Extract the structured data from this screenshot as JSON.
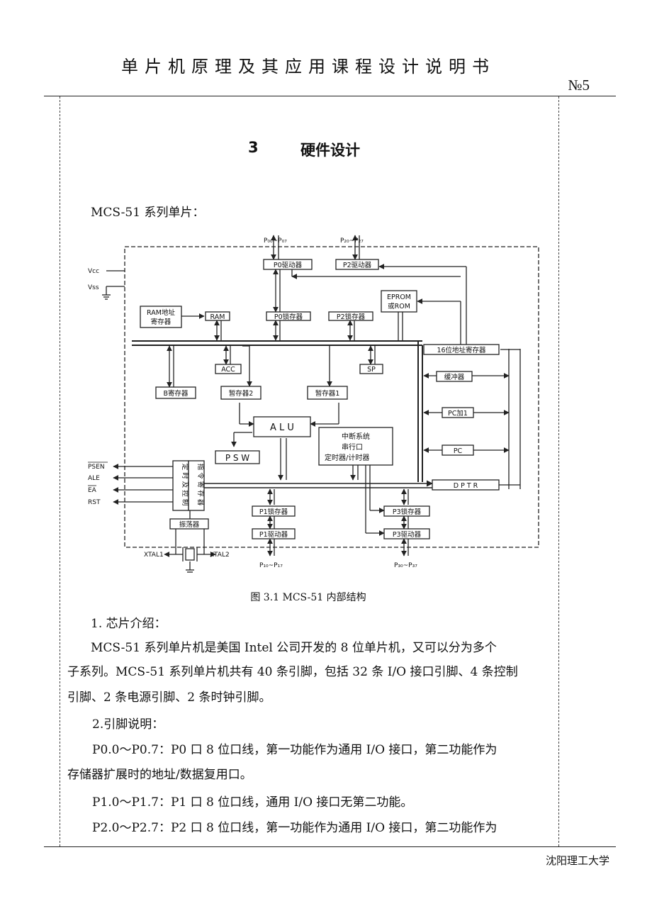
{
  "header": {
    "title": "单片机原理及其应用课程设计说明书",
    "page_no": "№5"
  },
  "section": {
    "number": "3",
    "title": "硬件设计"
  },
  "intro": "MCS-51 系列单片：",
  "diagram": {
    "boxes": {
      "p0_driver": "P0驱动器",
      "p2_driver": "P2驱动器",
      "eprom": "EPROM",
      "or_rom": "或ROM",
      "ram_addr_1": "RAM地址",
      "ram_addr_2": "寄存器",
      "ram": "RAM",
      "p0_latch": "P0锁存器",
      "p2_latch": "P2锁存器",
      "addr16": "16位地址寄存器",
      "acc": "ACC",
      "sp": "SP",
      "buffer": "缓冲器",
      "b_reg": "B寄存器",
      "tmp2": "暂存器2",
      "tmp1": "暂存器1",
      "pc_inc": "PC加1",
      "alu": "A L U",
      "int_1": "中断系统",
      "int_2": "串行口",
      "int_3": "定时器/计时器",
      "psw": "P S W",
      "pc": "PC",
      "timing_ctrl": "定时及控制",
      "instr_reg": "指令寄存器",
      "dptr": "D P T R",
      "p1_latch": "P1锁存器",
      "p3_latch": "P3锁存器",
      "p1_driver": "P1驱动器",
      "p3_driver": "P3驱动器",
      "oscillator": "振荡器"
    },
    "pins": {
      "vcc": "Vcc",
      "vss": "Vss",
      "psen": "PSEN",
      "ale": "ALE",
      "ea": "EA",
      "rst": "RST",
      "xtal1": "XTAL1",
      "xtal2": "XTAL2",
      "p0_port": "P₀₀~P₀₇",
      "p2_port": "P₂₀~P₂₇",
      "p1_port": "P₁₀~P₁₇",
      "p3_port": "P₃₀~P₃₇"
    }
  },
  "caption": "图 3.1   MCS-51 内部结构",
  "paragraphs": [
    "1. 芯片介绍：",
    "MCS-51 系列单片机是美国 Intel 公司开发的 8 位单片机，又可以分为多个",
    "子系列。MCS-51 系列单片机共有 40 条引脚，包括 32 条 I/O 接口引脚、4 条控制",
    "引脚、2 条电源引脚、2 条时钟引脚。",
    "2.引脚说明：",
    "P0.0～P0.7：P0 口 8 位口线，第一功能作为通用 I/O 接口，第二功能作为",
    "存储器扩展时的地址/数据复用口。",
    "P1.0～P1.7：P1 口 8 位口线，通用 I/O 接口无第二功能。",
    "P2.0～P2.7：P2 口 8 位口线，第一功能作为通用 I/O 接口，第二功能作为"
  ],
  "footer": "沈阳理工大学"
}
